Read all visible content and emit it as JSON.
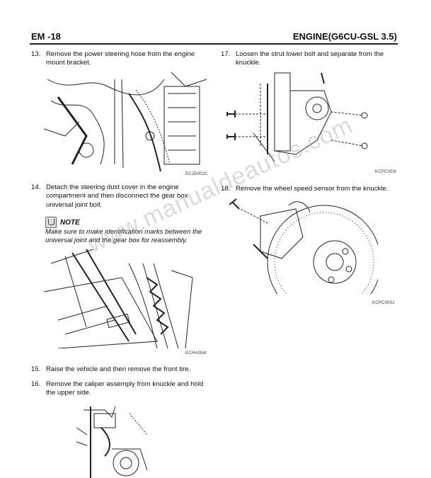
{
  "header": {
    "left": "EM -18",
    "right": "ENGINE(G6CU-GSL 3.5)"
  },
  "steps": {
    "s13": {
      "num": "13.",
      "text": "Remove the power steering hose from the engine mount bracket."
    },
    "s14": {
      "num": "14.",
      "text": "Detach the steering dust cover in the engine compartment and then disconnect the gear box universal joint bolt."
    },
    "s15": {
      "num": "15.",
      "text": "Raise the vehicle and then remove the front tire."
    },
    "s16": {
      "num": "16.",
      "text": "Remove the caliper assemply from knuckle and hold the upper side."
    },
    "s17": {
      "num": "17.",
      "text": "Loosen the strut lower bolt and separate from the knuckle."
    },
    "s18": {
      "num": "18.",
      "text": "Remove the wheel speed sensor from the knuckle."
    }
  },
  "note": {
    "title": "NOTE",
    "text": "Make sure to make identification marks between the universal joint and the gear box for reassembly."
  },
  "captions": {
    "fig13": "ECJD002C",
    "fig14": "ECHA004I",
    "fig17": "KCPC003I",
    "fig18": "KCPC003J"
  },
  "watermark": "www.manualdeautos.com"
}
